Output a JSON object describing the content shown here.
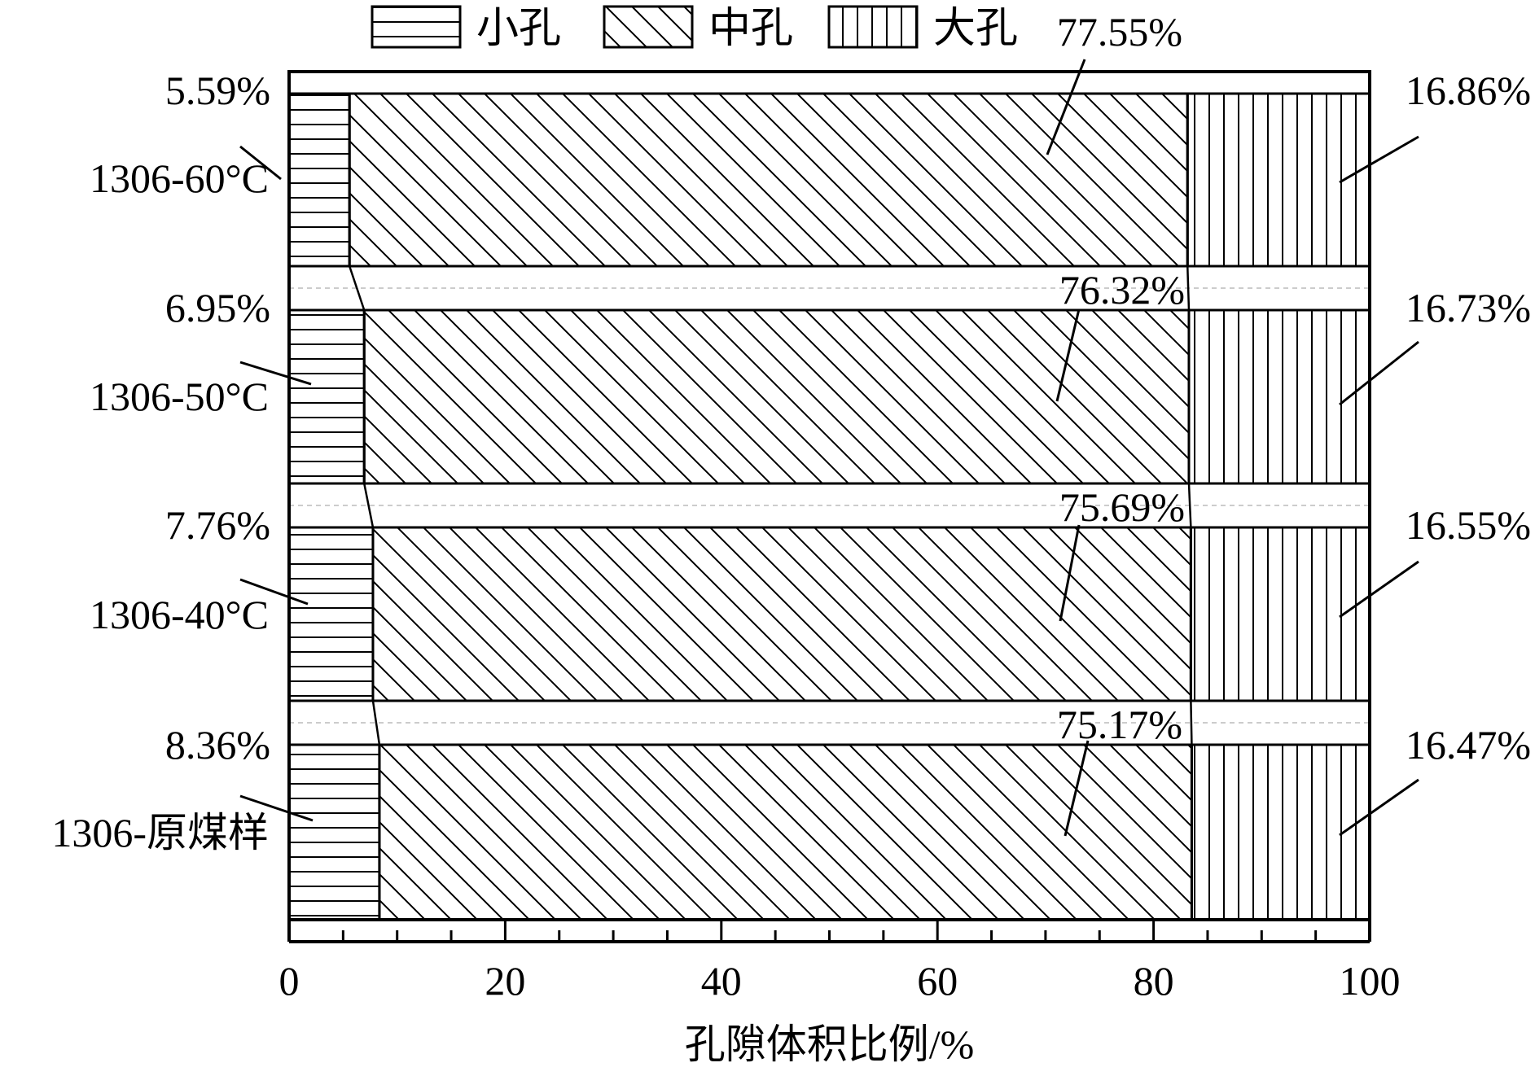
{
  "chart_data": {
    "type": "bar",
    "subtype": "stacked-horizontal-100-percent",
    "title": "",
    "xlabel": "孔隙体积比例/%",
    "ylabel": "",
    "xlim": [
      0,
      100
    ],
    "x_ticks": [
      "0",
      "20",
      "40",
      "60",
      "80",
      "100"
    ],
    "grid": false,
    "legend_position": "top",
    "categories": [
      "1306-60°C",
      "1306-50°C",
      "1306-40°C",
      "1306-原煤样"
    ],
    "series": [
      {
        "name": "小孔",
        "pattern": "horizontal-lines",
        "values": [
          5.59,
          6.95,
          7.76,
          8.36
        ],
        "labels": [
          "5.59%",
          "6.95%",
          "7.76%",
          "8.36%"
        ]
      },
      {
        "name": "中孔",
        "pattern": "diagonal-lines",
        "values": [
          77.55,
          76.32,
          75.69,
          75.17
        ],
        "labels": [
          "77.55%",
          "76.32%",
          "75.69%",
          "75.17%"
        ]
      },
      {
        "name": "大孔",
        "pattern": "vertical-lines",
        "values": [
          16.86,
          16.73,
          16.55,
          16.47
        ],
        "labels": [
          "16.86%",
          "16.73%",
          "16.55%",
          "16.47%"
        ]
      }
    ],
    "colors": {
      "stroke": "#000000",
      "fill": "#ffffff",
      "connector_dash": "#bbbbbb"
    }
  }
}
